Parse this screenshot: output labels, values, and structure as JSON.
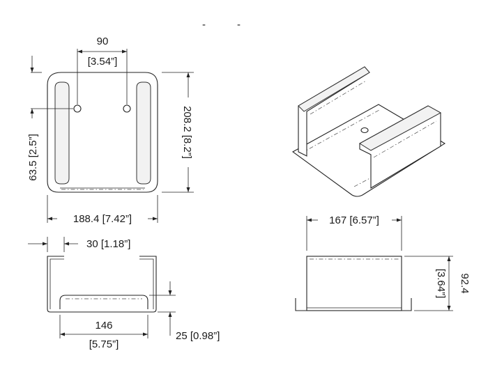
{
  "drawing": {
    "top_view": {
      "hole_spacing": {
        "value": "90",
        "inch": "[3.54”]"
      },
      "height": "208.2 [8.2”]",
      "hole_offset": "63.5 [2.5”]",
      "width": "188.4 [7.42”]"
    },
    "side_view": {
      "flange_width": "30 [1.18”]",
      "inner_width": {
        "value": "146",
        "inch": "[5.75”]"
      },
      "lip_height": "25 [0.98”]"
    },
    "front_view": {
      "width": "167 [6.57”]",
      "height": {
        "value": "92.4",
        "inch": "[3.64”]"
      }
    },
    "header_marks": [
      "-",
      "-"
    ]
  }
}
